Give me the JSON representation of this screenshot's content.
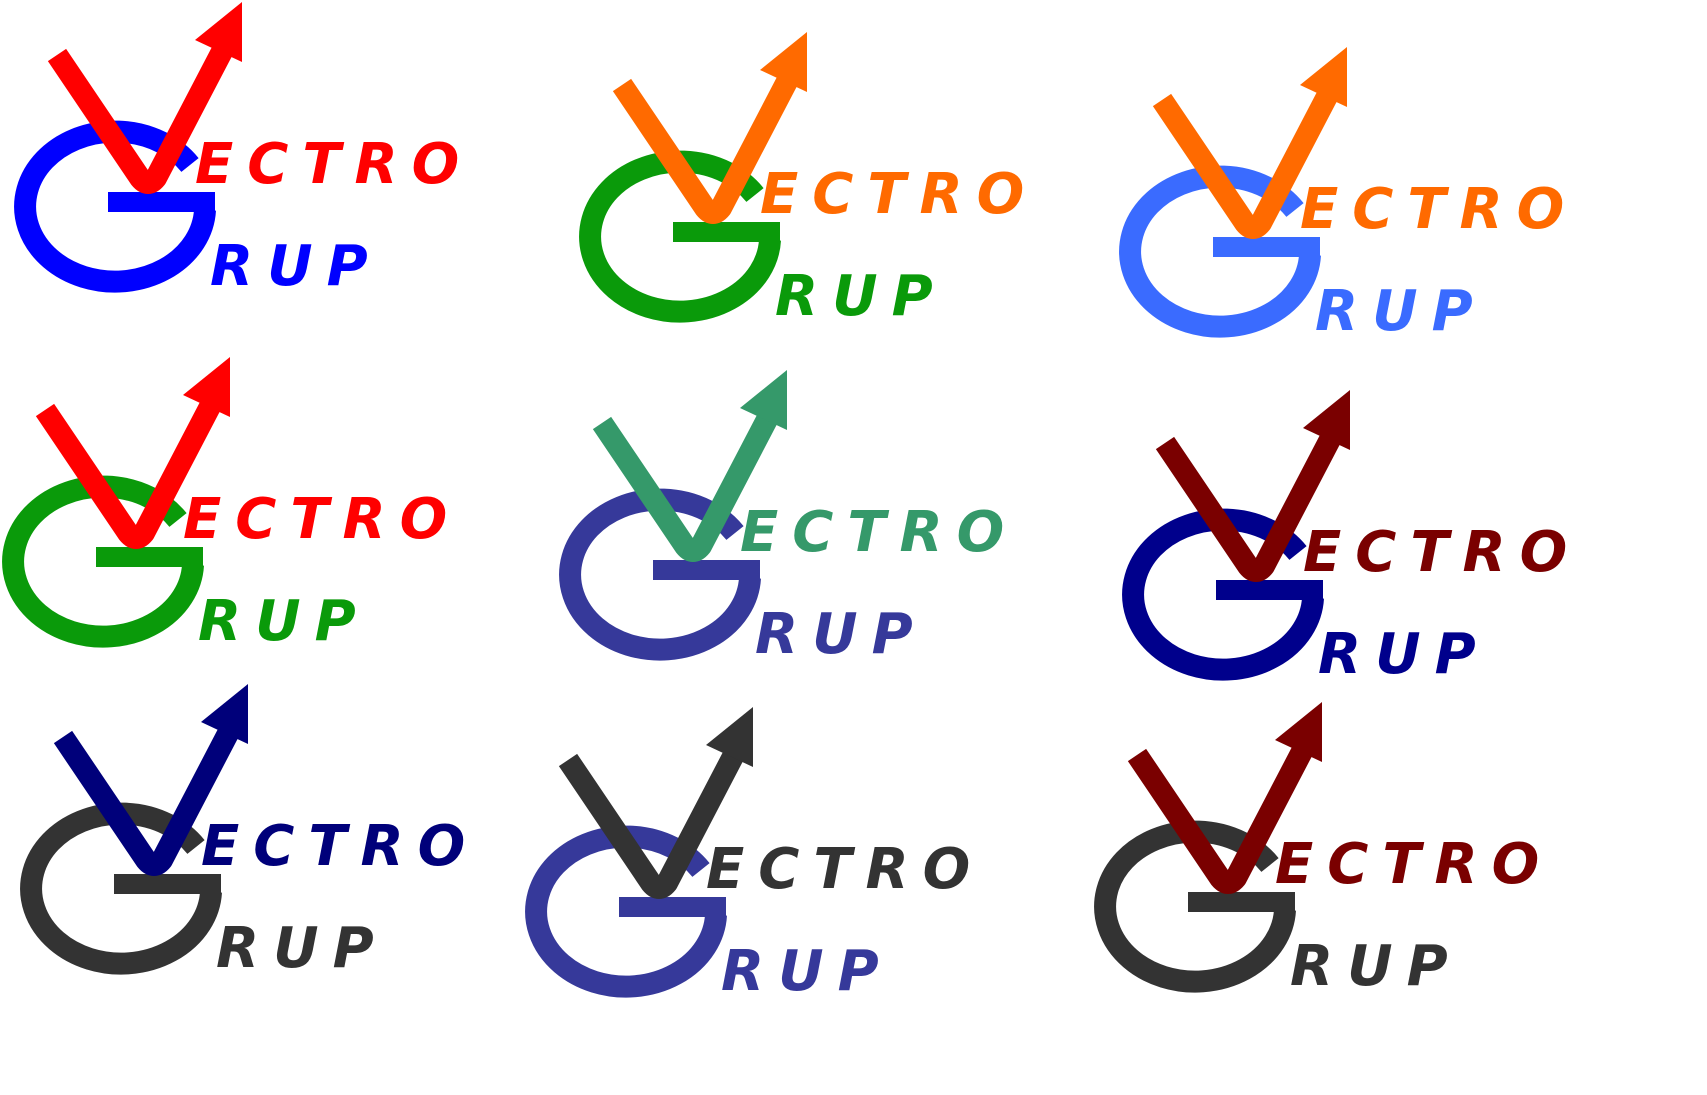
{
  "logos": [
    {
      "top": "ECTRO",
      "bottom": "RUP",
      "colors": {
        "check": "#ff0000",
        "ring": "#0000ff",
        "top_text": "#ff0000",
        "bottom_text": "#0000ff"
      }
    },
    {
      "top": "ECTRO",
      "bottom": "RUP",
      "colors": {
        "check": "#ff6a00",
        "ring": "#0a9a0a",
        "top_text": "#ff6a00",
        "bottom_text": "#0a9a0a"
      }
    },
    {
      "top": "ECTRO",
      "bottom": "RUP",
      "colors": {
        "check": "#ff6a00",
        "ring": "#3a6bff",
        "top_text": "#ff6a00",
        "bottom_text": "#3a6bff"
      }
    },
    {
      "top": "ECTRO",
      "bottom": "RUP",
      "colors": {
        "check": "#ff0000",
        "ring": "#0a9a0a",
        "top_text": "#ff0000",
        "bottom_text": "#0a9a0a"
      }
    },
    {
      "top": "ECTRO",
      "bottom": "RUP",
      "colors": {
        "check": "#35996a",
        "ring": "#36399a",
        "top_text": "#35996a",
        "bottom_text": "#36399a"
      }
    },
    {
      "top": "ECTRO",
      "bottom": "RUP",
      "colors": {
        "check": "#7a0000",
        "ring": "#00008c",
        "top_text": "#7a0000",
        "bottom_text": "#00008c"
      }
    },
    {
      "top": "ECTRO",
      "bottom": "RUP",
      "colors": {
        "check": "#00007a",
        "ring": "#333333",
        "top_text": "#00007a",
        "bottom_text": "#333333"
      }
    },
    {
      "top": "ECTRO",
      "bottom": "RUP",
      "colors": {
        "check": "#333333",
        "ring": "#36399a",
        "top_text": "#333333",
        "bottom_text": "#36399a"
      }
    },
    {
      "top": "ECTRO",
      "bottom": "RUP",
      "colors": {
        "check": "#7a0000",
        "ring": "#333333",
        "top_text": "#7a0000",
        "bottom_text": "#333333"
      }
    }
  ]
}
